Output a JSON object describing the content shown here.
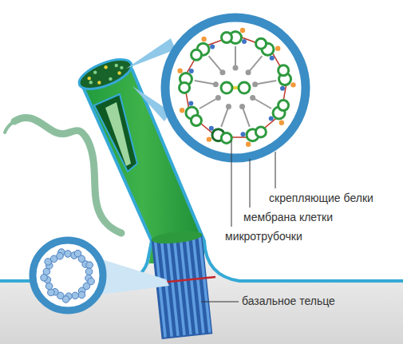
{
  "diagram": {
    "labels": [
      "скрепляющие белки",
      "мембрана клетки",
      "микротрубочки",
      "базальное тельце"
    ]
  }
}
